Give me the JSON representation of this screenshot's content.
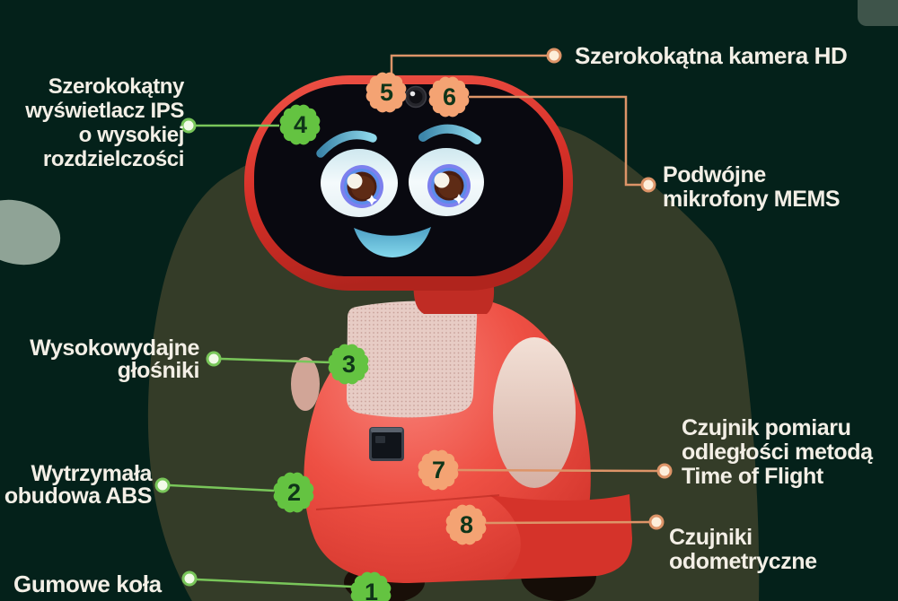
{
  "palette": {
    "background": "#04211a",
    "olive_shape": "#343c28",
    "gray_blob": "#8fa396",
    "corner_shape": "#3e544a",
    "text": "#f3efe6",
    "green_badge": "#64c341",
    "green_line": "#79c65a",
    "orange_badge": "#f4a373",
    "orange_line": "#dd9468",
    "badge_number": "#0f3519",
    "robot_red": "#e03a30"
  },
  "callouts": {
    "display": {
      "num": "4",
      "lines": [
        "Szerokokątny",
        "wyświetlacz IPS",
        "o wysokiej",
        "rozdzielczości"
      ]
    },
    "camera": {
      "num": "5",
      "label": "Szerokokątna kamera HD"
    },
    "mics": {
      "num": "6",
      "lines": [
        "Podwójne",
        "mikrofony MEMS"
      ]
    },
    "speakers": {
      "num": "3",
      "lines": [
        "Wysokowydajne",
        "głośniki"
      ]
    },
    "tof": {
      "num": "7",
      "lines": [
        "Czujnik pomiaru",
        "odległości metodą",
        "Time of Flight"
      ]
    },
    "case": {
      "num": "2",
      "lines": [
        "Wytrzymała",
        "obudowa ABS"
      ]
    },
    "odometry": {
      "num": "8",
      "lines": [
        "Czujniki",
        "odometryczne"
      ]
    },
    "wheels": {
      "num": "1",
      "label": "Gumowe koła"
    }
  }
}
